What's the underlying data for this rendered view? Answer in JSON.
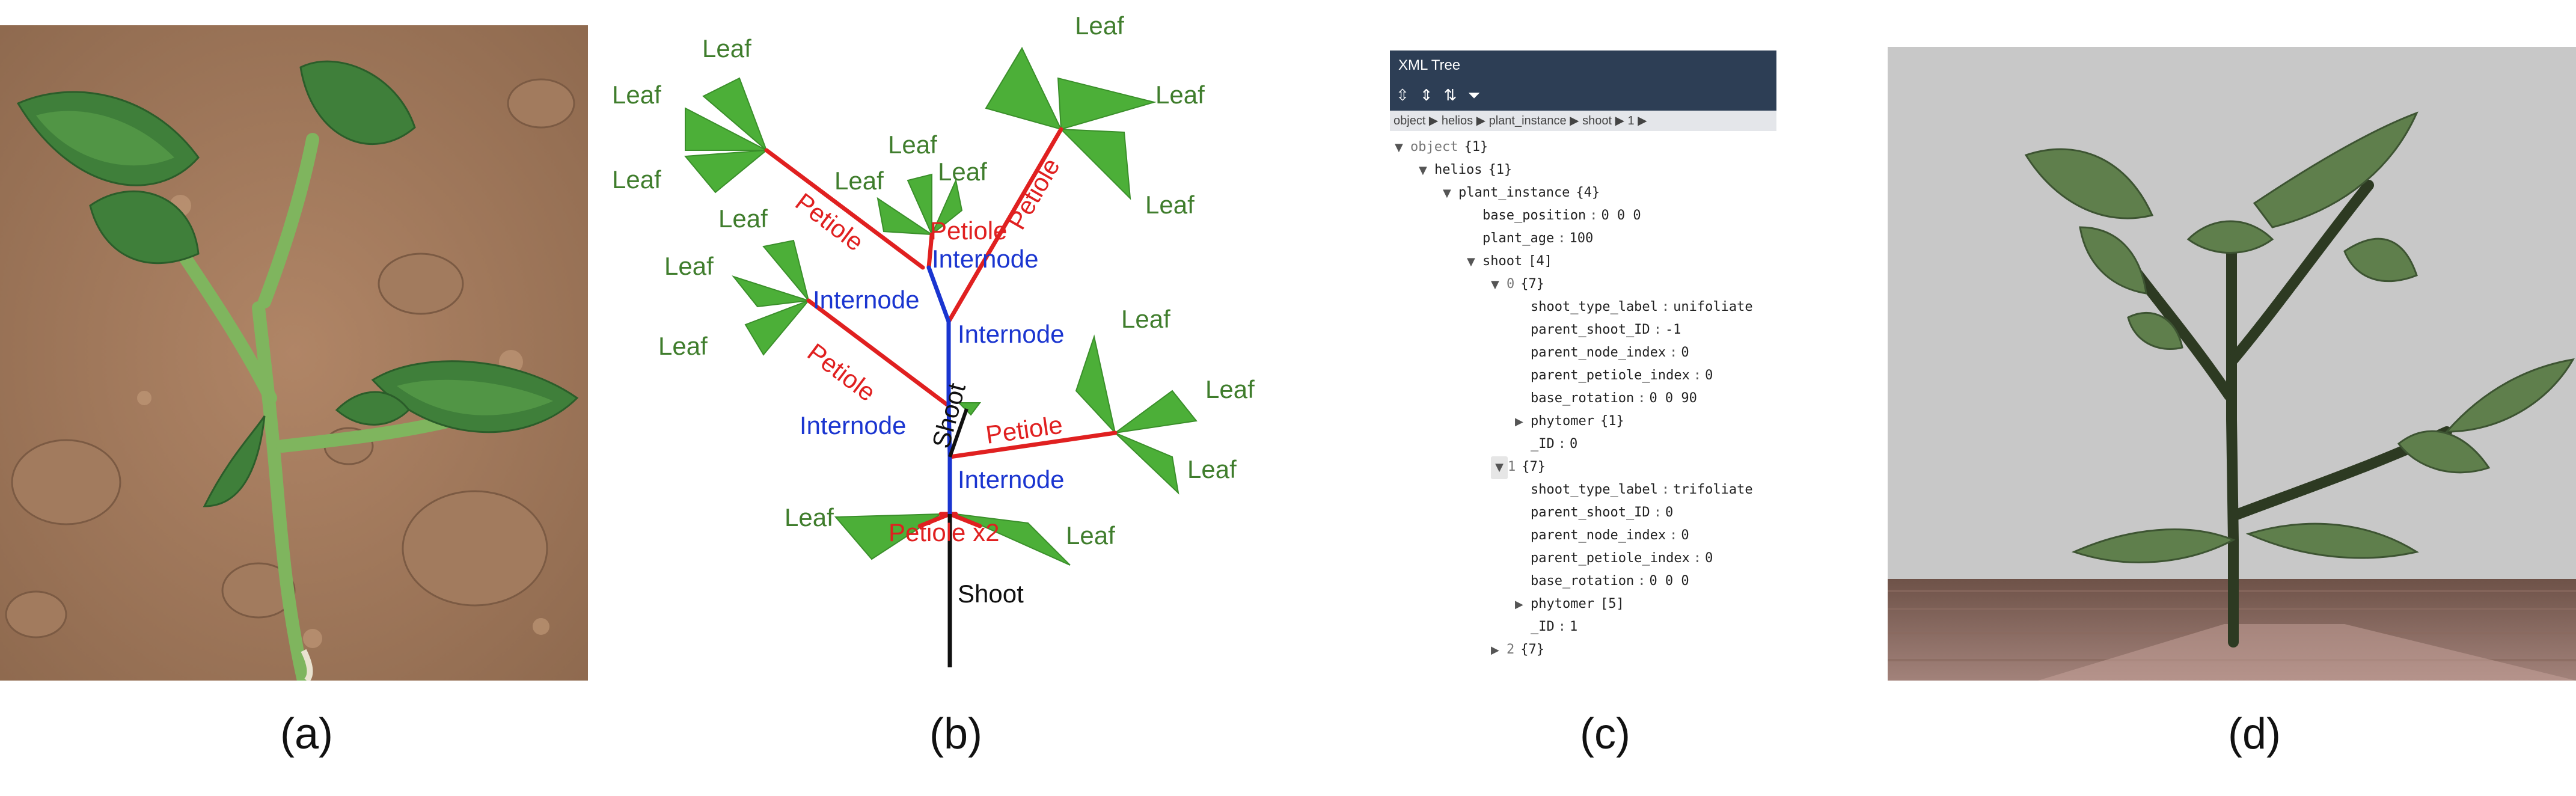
{
  "captions": {
    "a": "(a)",
    "b": "(b)",
    "c": "(c)",
    "d": "(d)"
  },
  "diagram": {
    "leaf": "Leaf",
    "petiole": "Petiole",
    "petiole_x2": "Petiole x2",
    "internode": "Internode",
    "shoot": "Shoot"
  },
  "xml_tree": {
    "title": "XML Tree",
    "toolbar_icons": [
      "expand-all-icon",
      "collapse-all-icon",
      "sort-icon",
      "filter-icon"
    ],
    "breadcrumb": "object ▶ helios ▶ plant_instance ▶ shoot ▶ 1 ▶",
    "rows": [
      {
        "indent": 0,
        "toggle": "▼",
        "key": "object",
        "meta": "{1}"
      },
      {
        "indent": 1,
        "toggle": "▼",
        "key": "helios",
        "meta": "{1}"
      },
      {
        "indent": 2,
        "toggle": "▼",
        "key": "plant_instance",
        "meta": "{4}"
      },
      {
        "indent": 3,
        "toggle": "",
        "key": "base_position",
        "value": "0 0 0"
      },
      {
        "indent": 3,
        "toggle": "",
        "key": "plant_age",
        "value": "100"
      },
      {
        "indent": 3,
        "toggle": "▼",
        "key": "shoot",
        "meta": "[4]"
      },
      {
        "indent": 4,
        "toggle": "▼",
        "key": "0",
        "meta": "{7}"
      },
      {
        "indent": 5,
        "toggle": "",
        "key": "shoot_type_label",
        "value": "unifoliate"
      },
      {
        "indent": 5,
        "toggle": "",
        "key": "parent_shoot_ID",
        "value": "-1"
      },
      {
        "indent": 5,
        "toggle": "",
        "key": "parent_node_index",
        "value": "0"
      },
      {
        "indent": 5,
        "toggle": "",
        "key": "parent_petiole_index",
        "value": "0"
      },
      {
        "indent": 5,
        "toggle": "",
        "key": "base_rotation",
        "value": "0 0 90"
      },
      {
        "indent": 5,
        "toggle": "▶",
        "key": "phytomer",
        "meta": "{1}"
      },
      {
        "indent": 5,
        "toggle": "",
        "key": "_ID",
        "value": "0"
      },
      {
        "indent": 4,
        "toggle": "▼",
        "key": "1",
        "meta": "{7}",
        "selected": true
      },
      {
        "indent": 5,
        "toggle": "",
        "key": "shoot_type_label",
        "value": "trifoliate"
      },
      {
        "indent": 5,
        "toggle": "",
        "key": "parent_shoot_ID",
        "value": "0"
      },
      {
        "indent": 5,
        "toggle": "",
        "key": "parent_node_index",
        "value": "0"
      },
      {
        "indent": 5,
        "toggle": "",
        "key": "parent_petiole_index",
        "value": "0"
      },
      {
        "indent": 5,
        "toggle": "",
        "key": "base_rotation",
        "value": "0 0 0"
      },
      {
        "indent": 5,
        "toggle": "▶",
        "key": "phytomer",
        "meta": "[5]"
      },
      {
        "indent": 5,
        "toggle": "",
        "key": "_ID",
        "value": "1"
      },
      {
        "indent": 4,
        "toggle": "▶",
        "key": "2",
        "meta": "{7}"
      }
    ]
  },
  "colors": {
    "leaf_green": "#3f7d2c",
    "petiole_red": "#e02020",
    "internode_blue": "#1a35d0",
    "shoot_black": "#111111",
    "header_navy": "#2d3e55"
  }
}
